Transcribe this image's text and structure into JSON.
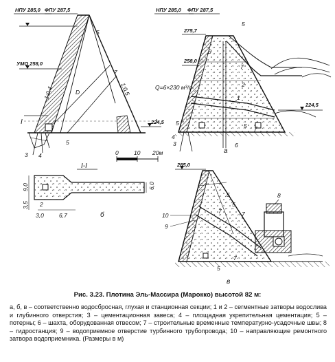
{
  "figure": {
    "levels": {
      "npu_285": "НПУ 285,0",
      "fpu_287": "ФПУ 287,5",
      "umo_258": "УМО 258,0",
      "l_224": "224,5",
      "l_275": "275,7",
      "l_258": "258,0",
      "l_224b": "224,5",
      "l_285": "285,0"
    },
    "slopes": {
      "left": "1:0,4",
      "right": "1:0,5"
    },
    "discharge": "Q=6×230 м³/с",
    "scale": {
      "z0": "0",
      "z10": "10",
      "z20": "20м"
    },
    "section_marks": {
      "i_left": "I",
      "i_right": "I",
      "title": "I-I"
    },
    "sub_labels": {
      "a": "а",
      "b": "б",
      "v": "в"
    },
    "dims": {
      "d9": "9,0",
      "d35": "3,5",
      "d2": "2",
      "d30": "3,0",
      "d67": "6,7",
      "d60": "6,0"
    },
    "callouts": {
      "n1": "1",
      "n2": "2",
      "n3": "3",
      "n4": "4",
      "n5": "5",
      "n6": "6",
      "n7": "7",
      "n8": "8",
      "n9": "9",
      "n10": "10"
    }
  },
  "caption": {
    "title": "Рис. 3.23. Плотина Эль-Массира (Марокко) высотой 82 м:",
    "body": "а, б, в – соответственно водосбросная, глухая и станционная секции; 1 и 2 – сегментные затворы водослива и глубинного отверстия; 3 – цементационная завеса; 4 – площадная укрепительная цементация; 5 – потерны; 6 – шахта, оборудованная отвесом; 7 – строительные временные температурно-усадочные швы; 8 – гидростанция; 9 – водоприемное отверстие турбинного трубопровода; 10 – направляющие ремонтного затвора водоприемника. (Размеры в м)"
  }
}
